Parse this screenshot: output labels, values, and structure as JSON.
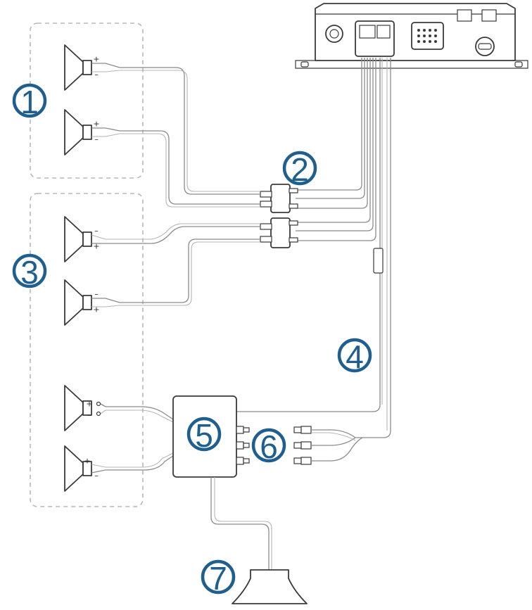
{
  "callouts": {
    "c1": "1",
    "c2": "2",
    "c3": "3",
    "c4": "4",
    "c5": "5",
    "c6": "6",
    "c7": "7"
  },
  "speakers": [
    {
      "top": "+",
      "bottom": "–"
    },
    {
      "top": "+",
      "bottom": "–"
    },
    {
      "top": "–",
      "bottom": "+"
    },
    {
      "top": "–",
      "bottom": "+"
    },
    {
      "top": "+",
      "bottom": "–"
    },
    {
      "top": "+",
      "bottom": "–"
    }
  ],
  "colors": {
    "callout": "#1f5f8f",
    "wire": "#8a8a8a",
    "outline": "#3a3a3a"
  }
}
